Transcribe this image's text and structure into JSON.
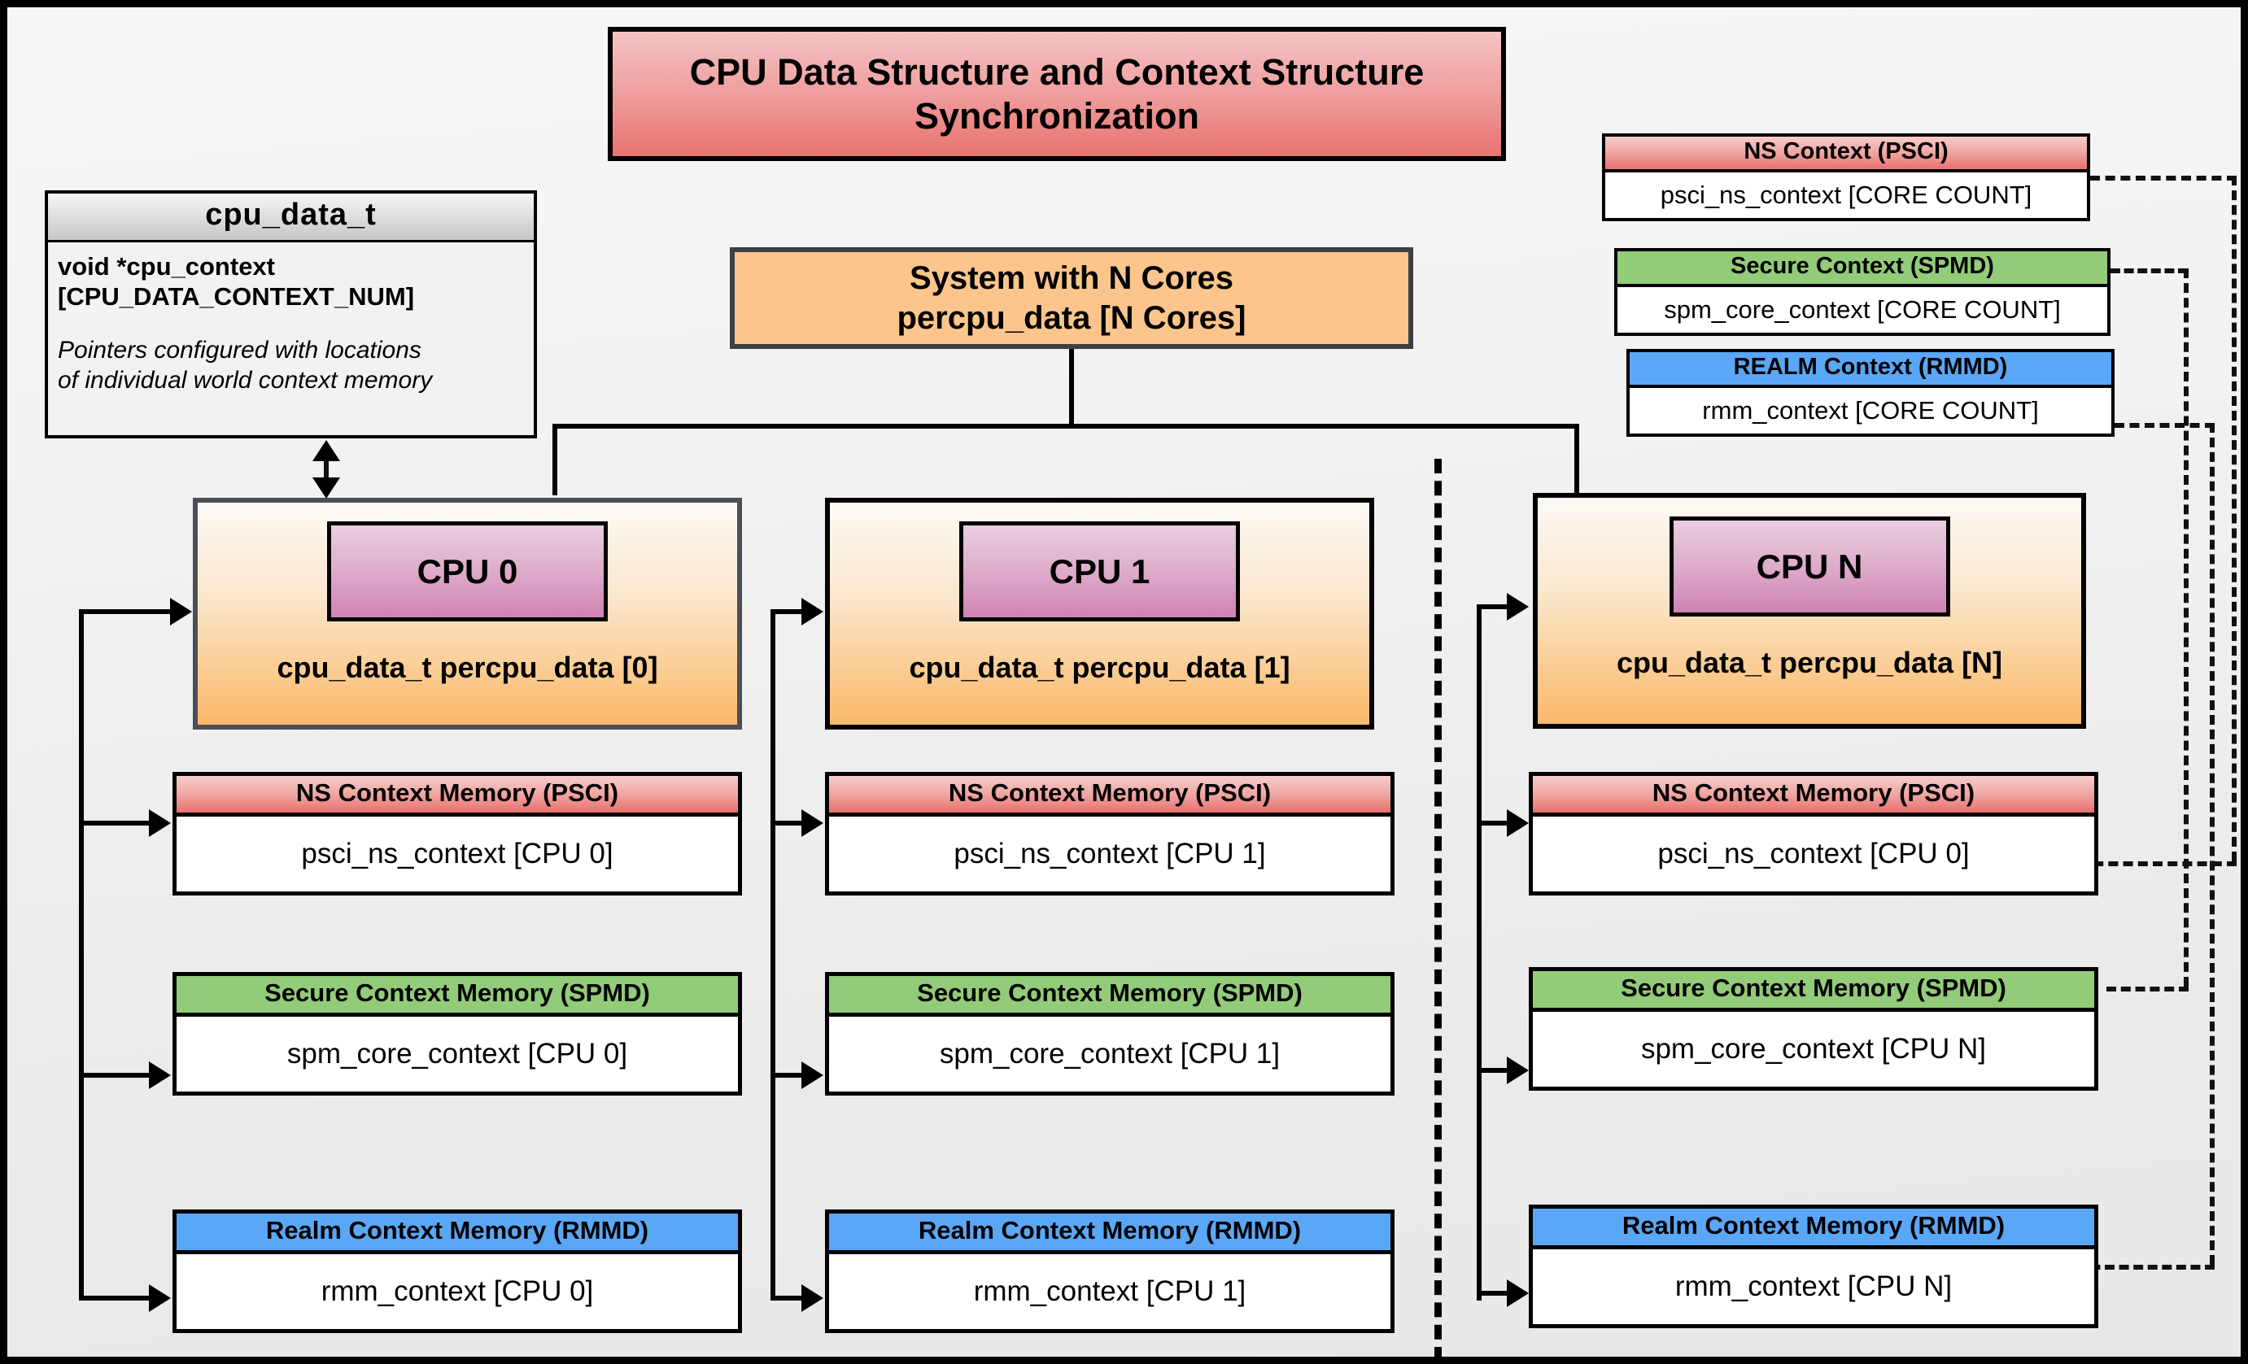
{
  "diagram": {
    "title": "CPU Data Structure and Context Structure Synchronization",
    "system_box": {
      "line1": "System with N Cores",
      "line2": "percpu_data [N Cores]"
    },
    "struct": {
      "header": "cpu_data_t",
      "field_line1": "void  *cpu_context",
      "field_line2": "[CPU_DATA_CONTEXT_NUM]",
      "note_line1": "Pointers configured with locations",
      "note_line2": "of individual world context memory"
    },
    "legend": [
      {
        "header": "NS Context  (PSCI)",
        "body": "psci_ns_context [CORE COUNT]",
        "kind": "ns",
        "color": "#e8706d"
      },
      {
        "header": "Secure Context (SPMD)",
        "body": "spm_core_context [CORE COUNT]",
        "kind": "secure",
        "color": "#93cc78"
      },
      {
        "header": "REALM Context (RMMD)",
        "body": "rmm_context [CORE COUNT]",
        "kind": "realm",
        "color": "#5ba7f7"
      }
    ],
    "cpus": [
      {
        "chip_label": "CPU 0",
        "card_label": "cpu_data_t percpu_data [0]",
        "memories": [
          {
            "header": "NS Context Memory (PSCI)",
            "body": "psci_ns_context [CPU 0]",
            "kind": "ns"
          },
          {
            "header": "Secure Context Memory (SPMD)",
            "body": "spm_core_context [CPU 0]",
            "kind": "secure"
          },
          {
            "header": "Realm Context Memory (RMMD)",
            "body": "rmm_context [CPU 0]",
            "kind": "realm"
          }
        ]
      },
      {
        "chip_label": "CPU 1",
        "card_label": "cpu_data_t percpu_data [1]",
        "memories": [
          {
            "header": "NS Context Memory (PSCI)",
            "body": "psci_ns_context [CPU 1]",
            "kind": "ns"
          },
          {
            "header": "Secure Context Memory (SPMD)",
            "body": "spm_core_context [CPU 1]",
            "kind": "secure"
          },
          {
            "header": "Realm Context Memory (RMMD)",
            "body": "rmm_context [CPU 1]",
            "kind": "realm"
          }
        ]
      },
      {
        "chip_label": "CPU N",
        "card_label": "cpu_data_t percpu_data [N]",
        "memories": [
          {
            "header": "NS Context Memory (PSCI)",
            "body": "psci_ns_context [CPU 0]",
            "kind": "ns"
          },
          {
            "header": "Secure Context Memory (SPMD)",
            "body": "spm_core_context [CPU N]",
            "kind": "secure"
          },
          {
            "header": "Realm Context Memory (RMMD)",
            "body": "rmm_context [CPU N]",
            "kind": "realm"
          }
        ]
      }
    ],
    "colors": {
      "title_banner_top": "#f5c3c3",
      "title_banner_bottom": "#e8736f",
      "system_box_fill": "#fbc58c",
      "cpu_card_bottom": "#fbb968",
      "cpu_chip_bottom": "#d083b4",
      "ns": "#e8706d",
      "secure": "#93cc78",
      "realm": "#5ba7f7",
      "background": "#eeeeee",
      "outline": "#000000"
    }
  }
}
